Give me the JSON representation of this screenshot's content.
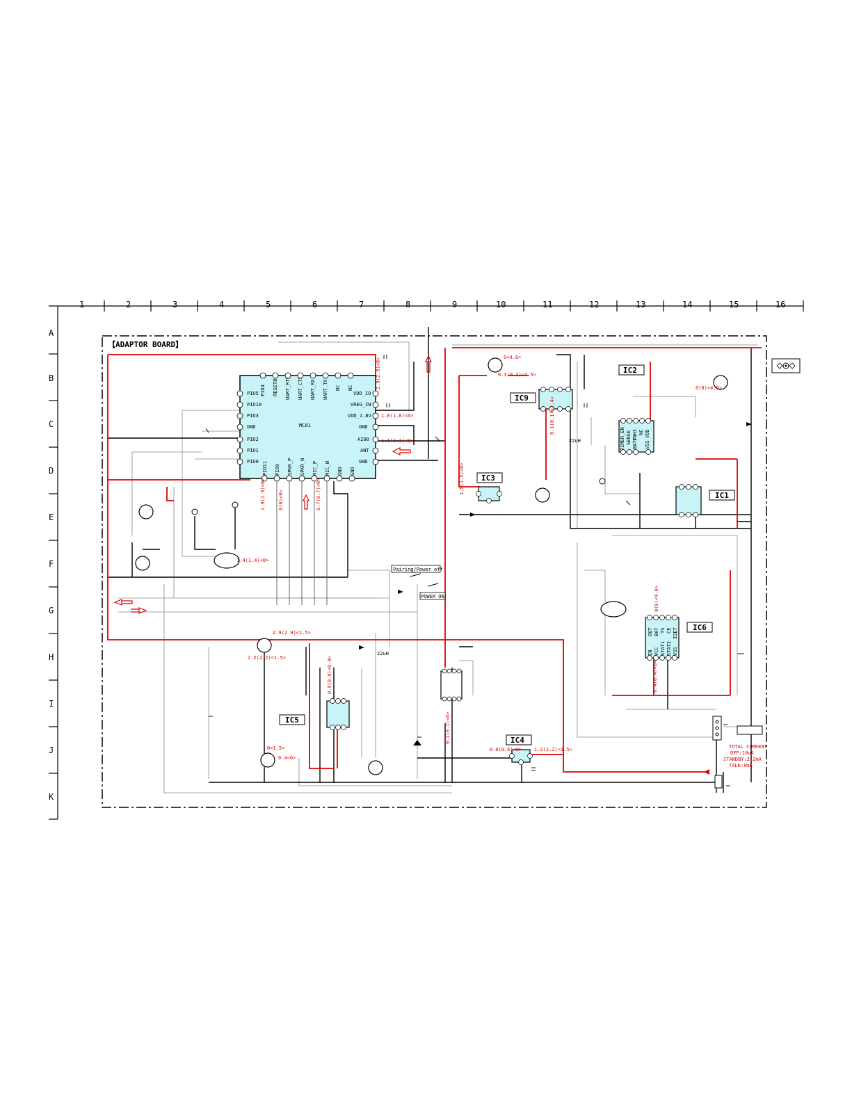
{
  "board": {
    "title": "【ADAPTOR BOARD】"
  },
  "grid": {
    "columns": [
      "1",
      "2",
      "3",
      "4",
      "5",
      "6",
      "7",
      "8",
      "9",
      "10",
      "11",
      "12",
      "13",
      "14",
      "15",
      "16"
    ],
    "rows": [
      "A",
      "B",
      "C",
      "D",
      "E",
      "F",
      "G",
      "H",
      "I",
      "J",
      "K"
    ]
  },
  "ics": {
    "ic1": "IC1",
    "ic2": "IC2",
    "ic3": "IC3",
    "ic4": "IC4",
    "ic5": "IC5",
    "ic6": "IC6",
    "ic9": "IC9",
    "main": "MC01"
  },
  "main_pins": {
    "top": [
      "PIO4",
      "RESETB",
      "UART_RTS",
      "UART_CTS",
      "UART_RX",
      "UART_TX",
      "NC",
      "NC"
    ],
    "left": [
      "PIO5",
      "PIO10",
      "PIO3",
      "GND",
      "PIO2",
      "PIO1",
      "PIO0"
    ],
    "right": [
      "VDD_IO",
      "VREG_IN",
      "VDD_1.8V",
      "GND",
      "AIO0",
      "ANT",
      "GND"
    ],
    "bottom": [
      "PIO11",
      "PIO9",
      "SPKR_P",
      "SPKR_N",
      "MIC_P",
      "MIC_N",
      "GND",
      "GND"
    ]
  },
  "ic2_pins": {
    "top": [
      "TIMER_EN",
      "SENSE",
      "INHI",
      "NC",
      "VDD"
    ],
    "bottom": [
      "BATT",
      "VSS"
    ]
  },
  "ic6_pins": [
    "OUT",
    "BAT",
    "TS",
    "CE",
    "ISET",
    "IN",
    "VCC",
    "STAT1",
    "STAT2",
    "VSS"
  ],
  "labels": {
    "pairing": "Pairing/Power off",
    "power_on": "POWER ON",
    "inductor_a": "22uH",
    "inductor_b": "22uH"
  },
  "current": {
    "title": "TOTAL CURRENT",
    "off": "OFF:10uA",
    "standby": "STANDBY:2.2mA",
    "talk": "TALK:8mA"
  },
  "voltages": {
    "v1": "2.9(2.9)<0>",
    "v2": "1.8(1.8)<0>",
    "v3": "1.1(1.1)<0>",
    "v4": "2.9(2.9)<0>",
    "v5": "0(0)<0>",
    "v6": "1.4(1.4)<0>",
    "v7": "0.7(0.7)<0>",
    "v8": "0.3(0.3)<4.5>",
    "v9": "0.1(0.1)<2.4>",
    "v10": "0<4.6>",
    "v11": "1.5(1.5)<0>",
    "v12": "2.9(2.9)<1.5>",
    "v13": "2.2(2.2)<1.5>",
    "v14": "0.6(0.6)<0>",
    "v15": "1.2(1.2)<1.5>",
    "v16": "0<1.5>",
    "v17": "0.4<0>",
    "v18": "0(0)<4.6>",
    "v19": "0.9(0.9)<0.4>",
    "v20": "0.1(0.1)<0>",
    "v21": "0(0)<4.6>",
    "v22": "0.4(0.4)<0>"
  }
}
